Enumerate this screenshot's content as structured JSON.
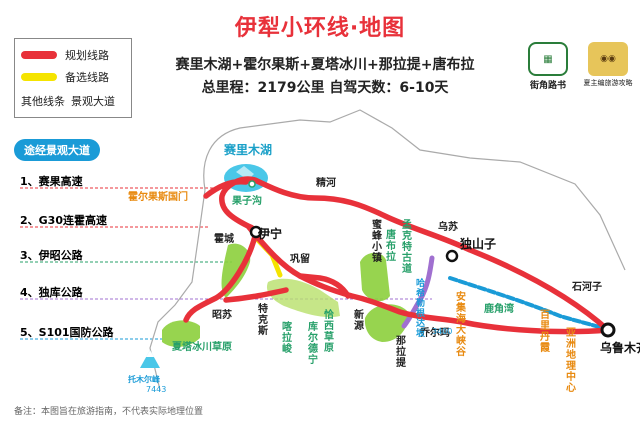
{
  "title": "伊犁小环线·地图",
  "subtitle": "赛里木湖+霍尔果斯+夏塔冰川+那拉提+唐布拉",
  "stats": "总里程：2179公里  自驾天数：6-10天",
  "legend": {
    "planned": "规划线路",
    "alternate": "备选线路",
    "other_a": "其他线条",
    "other_b": "景观大道"
  },
  "logos": {
    "first": "街角路书",
    "second": "夏主编旅游攻略"
  },
  "scenic_heading": "途经景观大道",
  "scenic_routes": [
    {
      "label": "1、赛果高速",
      "color": "#e8313a"
    },
    {
      "label": "2、G30连霍高速",
      "color": "#e8313a"
    },
    {
      "label": "3、伊昭公路",
      "color": "#27a06a"
    },
    {
      "label": "4、独库公路",
      "color": "#a070d0"
    },
    {
      "label": "5、S101国防公路",
      "color": "#1a9bd7"
    }
  ],
  "places": {
    "sayram_lake": "赛里木湖",
    "horgos_gate": "霍尔果斯国门",
    "jinghe": "精河",
    "guozigou": "果子沟",
    "huocheng": "霍城",
    "yining": "伊宁",
    "wusu": "乌苏",
    "dushanzi": "独山子",
    "gongliu": "巩留",
    "mifeng": "蜜蜂小镇",
    "tangbula": "唐布拉",
    "mengke": "孟克特古道",
    "hardaban": "哈希勒根达坂",
    "hardaban_elev": "3400",
    "qiaoerma": "乔尔玛",
    "anjihai": "安集海大峡谷",
    "lujiaowan": "鹿角湾",
    "shihezi": "石河子",
    "baili": "百里丹霞",
    "asia_center": "亚洲地理中心",
    "urumqi": "乌鲁木齐",
    "zhaosu": "昭苏",
    "tekes": "特克斯",
    "kalajun": "喀拉峻",
    "kuerdening": "库尔德宁",
    "qiaxi": "恰西草原",
    "xinyuan": "新源",
    "nalati": "那拉提",
    "xiata": "夏塔冰川草原",
    "tomur": "托木尔峰",
    "tomur_elev": "7443"
  },
  "note": "备注：本图旨在旅游指南，不代表实际地理位置",
  "colors": {
    "route_red": "#e8313a",
    "alt_yellow": "#f5e400",
    "green_area": "#8ccf3c",
    "lake": "#4ac7e8",
    "s101_blue": "#1a9bd7",
    "duku_purple": "#a070d0",
    "orange_text": "#e88a10"
  }
}
